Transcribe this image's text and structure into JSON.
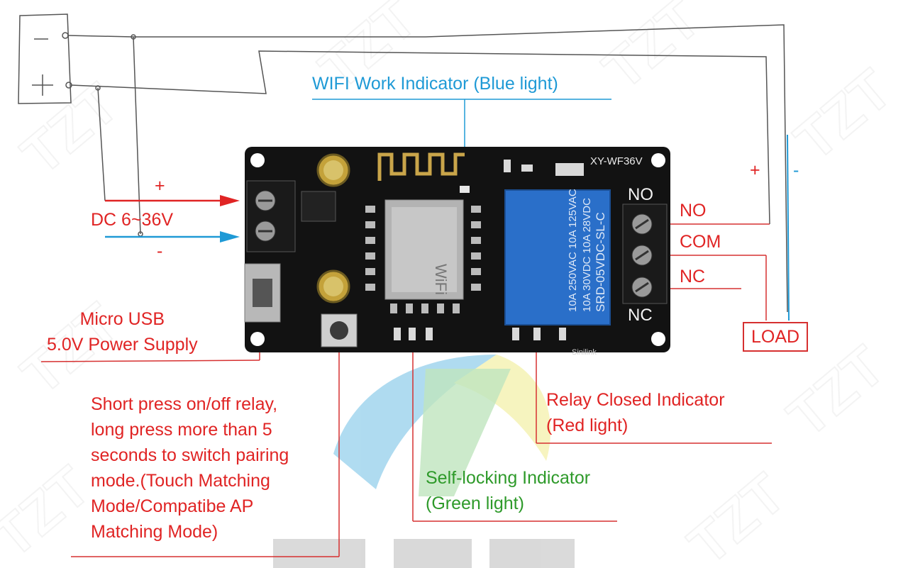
{
  "labels": {
    "wifi_indicator": "WIFI Work Indicator (Blue light)",
    "dc_input": "DC 6~36V",
    "plus": "+",
    "minus": "-",
    "micro_usb": "Micro USB\n5.0V Power Supply",
    "button_note": "Short press on/off relay,\nlong press more than 5\nseconds to switch pairing\nmode.(Touch Matching\nMode/Compatibe AP\nMatching Mode)",
    "self_locking": "Self-locking Indicator\n(Green light)",
    "relay_closed": "Relay Closed Indicator\n(Red light)",
    "no": "NO",
    "com": "COM",
    "nc": "NC",
    "load": "LOAD",
    "load_plus": "+",
    "load_minus": "-"
  },
  "board": {
    "model": "XY-WF36V",
    "relay_text": [
      "SRD-05VDC-SL-C",
      "10A 250VAC 10A 125VAC",
      "10A 30VDC 10A 28VDC"
    ],
    "terminal_no": "NO",
    "terminal_nc": "NC",
    "module_text": "WiFi",
    "brand": "Sinilink"
  },
  "watermark": {
    "text": "TZT"
  },
  "colors": {
    "label_red": "#e02424",
    "label_blue": "#1f9ad6",
    "label_green": "#2e9a2a",
    "board": "#121212",
    "relay": "#2a6fc9"
  }
}
